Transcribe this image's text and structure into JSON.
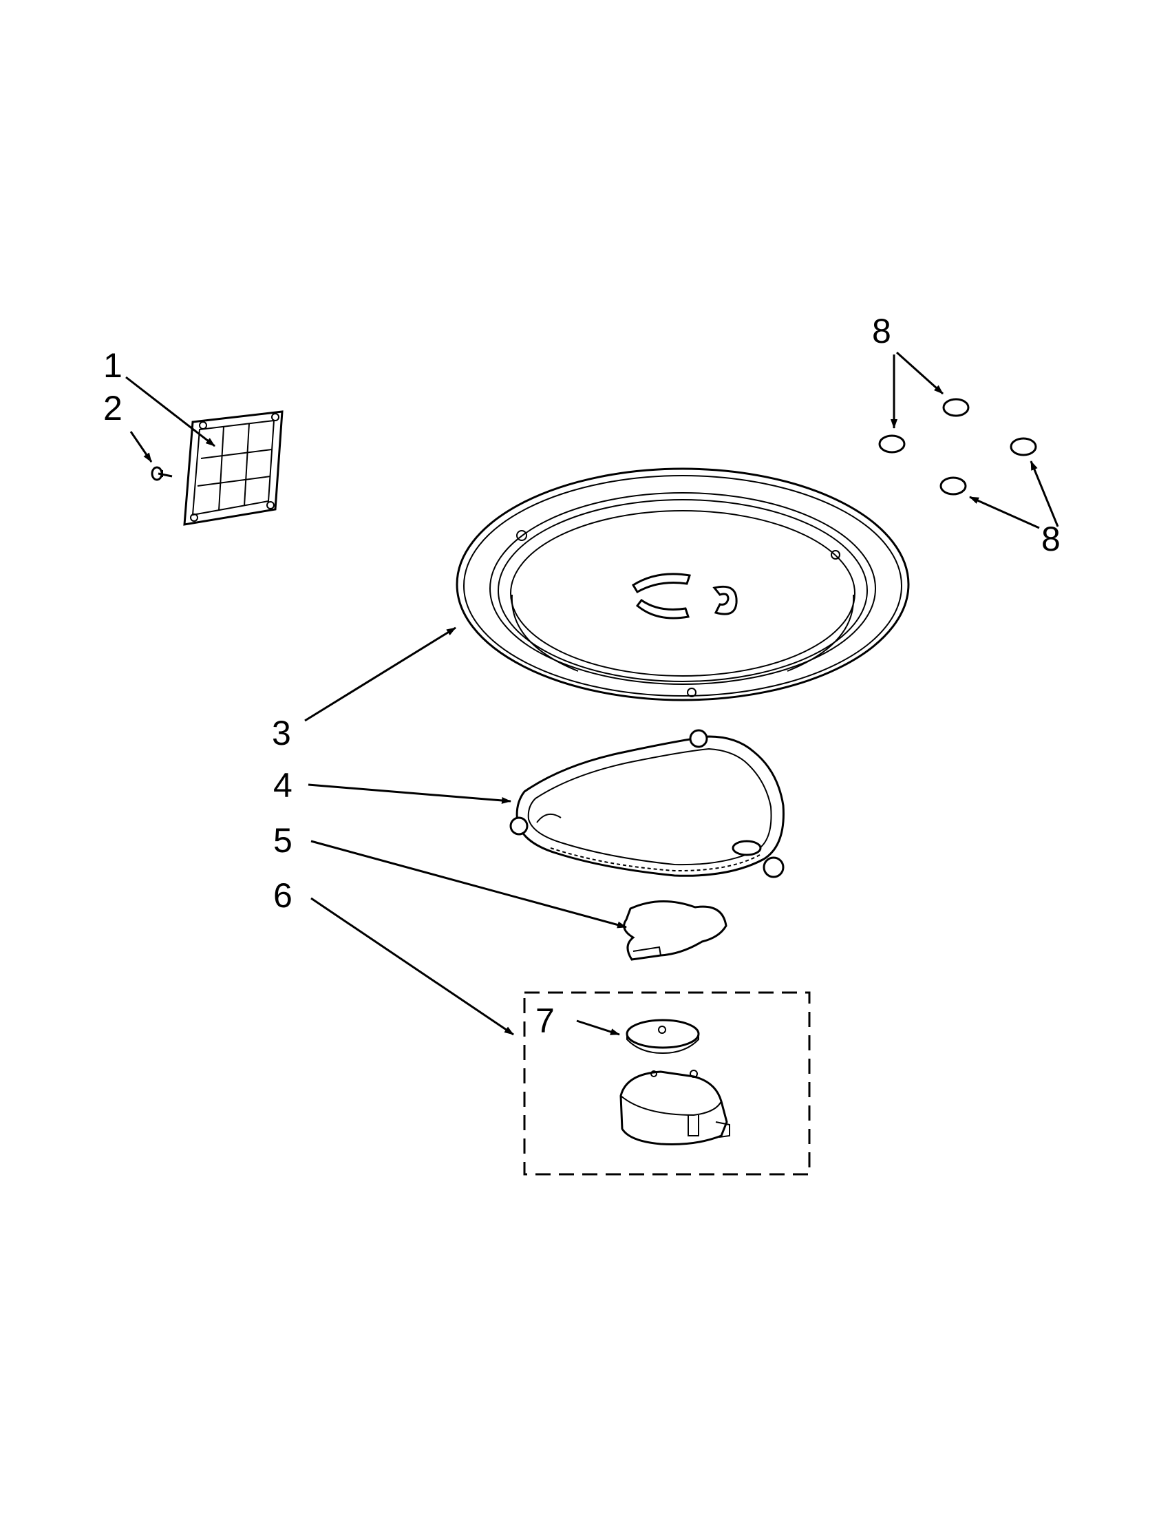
{
  "diagram": {
    "type": "exploded-parts-view",
    "parts": [
      {
        "callout": "1",
        "icon": "grille-filter-icon"
      },
      {
        "callout": "2",
        "icon": "screw-icon"
      },
      {
        "callout": "3",
        "icon": "turntable-tray-icon"
      },
      {
        "callout": "4",
        "icon": "roller-ring-icon"
      },
      {
        "callout": "5",
        "icon": "coupler-icon"
      },
      {
        "callout": "6",
        "icon": "motor-kit-box-icon"
      },
      {
        "callout": "7",
        "icon": "coupler-disc-icon"
      },
      {
        "callout": "8",
        "icon": "bumper-icon"
      },
      {
        "callout": "8",
        "icon": "bumper-icon"
      }
    ]
  }
}
